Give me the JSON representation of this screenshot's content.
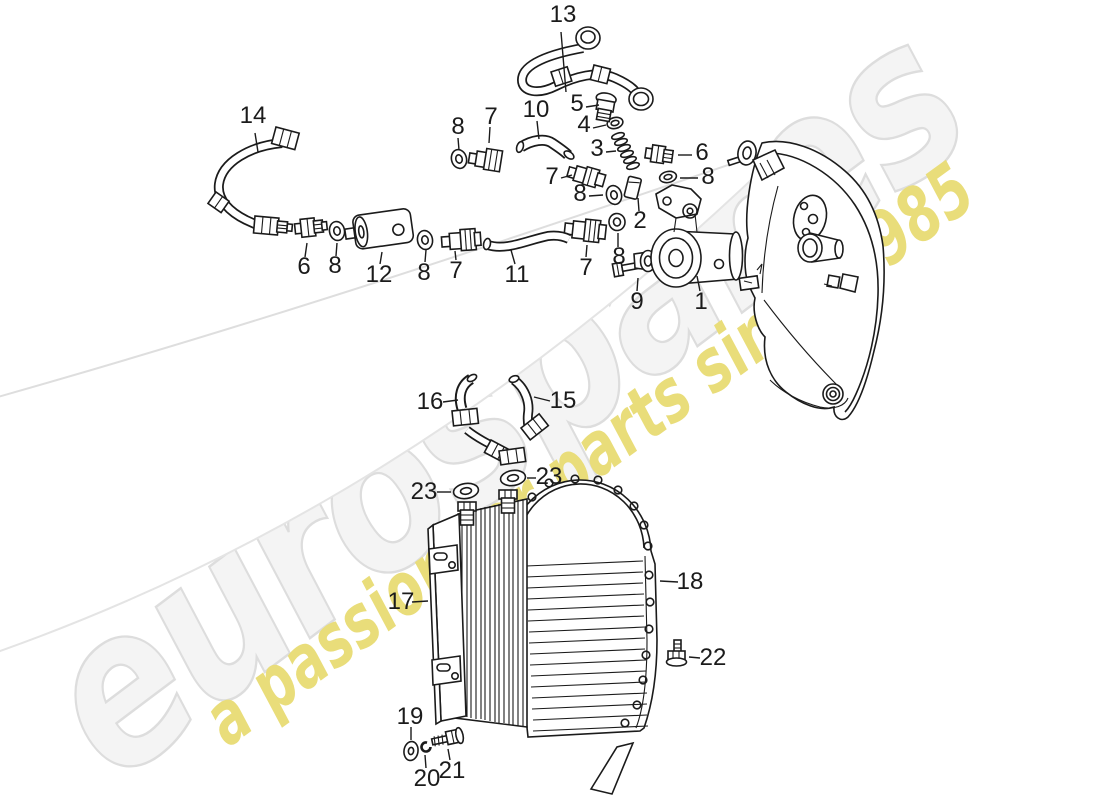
{
  "watermark": {
    "brand": "eurospares",
    "tagline": "a passion for parts since 1985",
    "brand_fill": "#f4f4f4",
    "brand_outline": "#dddddd",
    "tagline_color": "#e9dd7a"
  },
  "diagram": {
    "ink_color": "#1b1b1b",
    "background": "#ffffff",
    "callouts": [
      {
        "label": "13"
      },
      {
        "label": "14"
      },
      {
        "label": "8"
      },
      {
        "label": "7"
      },
      {
        "label": "10"
      },
      {
        "label": "5"
      },
      {
        "label": "4"
      },
      {
        "label": "3"
      },
      {
        "label": "6"
      },
      {
        "label": "8"
      },
      {
        "label": "7"
      },
      {
        "label": "8"
      },
      {
        "label": "2"
      },
      {
        "label": "8"
      },
      {
        "label": "6"
      },
      {
        "label": "8"
      },
      {
        "label": "12"
      },
      {
        "label": "8"
      },
      {
        "label": "7"
      },
      {
        "label": "11"
      },
      {
        "label": "7"
      },
      {
        "label": "9"
      },
      {
        "label": "1"
      },
      {
        "label": "16"
      },
      {
        "label": "15"
      },
      {
        "label": "23"
      },
      {
        "label": "23"
      },
      {
        "label": "17"
      },
      {
        "label": "18"
      },
      {
        "label": "22"
      },
      {
        "label": "19"
      },
      {
        "label": "20"
      },
      {
        "label": "21"
      }
    ]
  }
}
